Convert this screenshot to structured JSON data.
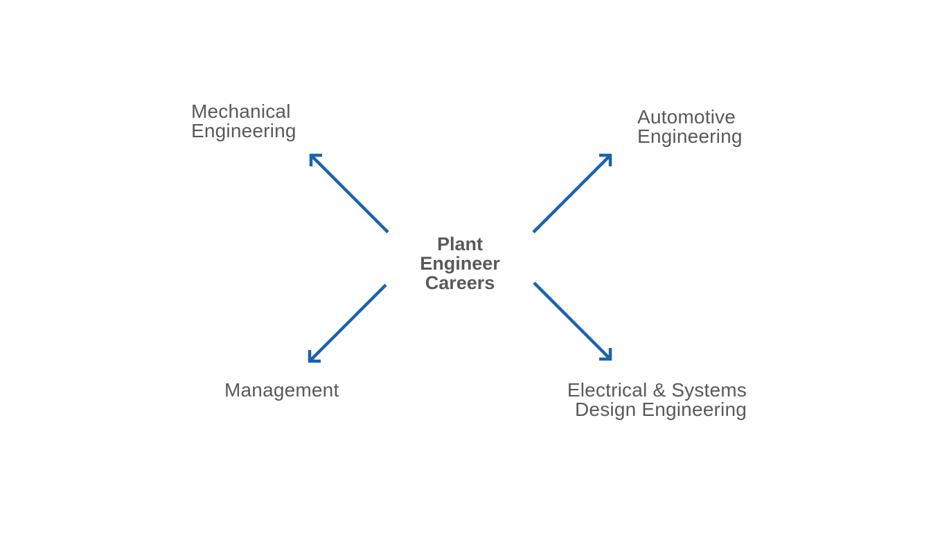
{
  "diagram": {
    "center": {
      "lines": [
        "Plant",
        "Engineer",
        "Careers"
      ]
    },
    "branches": [
      {
        "id": "mechanical",
        "lines": [
          "Mechanical",
          "Engineering"
        ]
      },
      {
        "id": "automotive",
        "lines": [
          "Automotive",
          "Engineering"
        ]
      },
      {
        "id": "management",
        "lines": [
          "Management"
        ]
      },
      {
        "id": "electrical",
        "lines": [
          "Electrical & Systems",
          "Design Engineering"
        ]
      }
    ]
  },
  "colors": {
    "text": "#58595b",
    "arrow": "#1a63ae",
    "background": "#ffffff"
  }
}
